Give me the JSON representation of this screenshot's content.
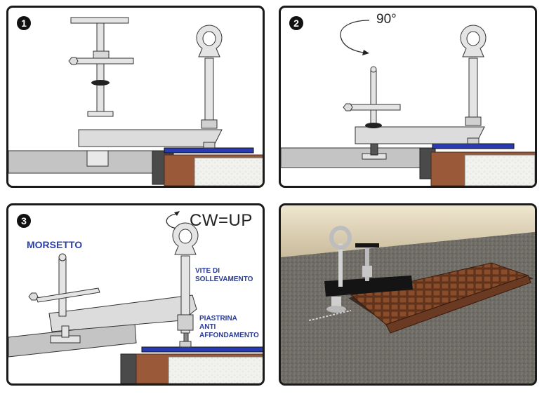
{
  "panels": [
    {
      "id": "step-1",
      "number": "1"
    },
    {
      "id": "step-2",
      "number": "2",
      "rotation_label": "90°"
    },
    {
      "id": "step-3",
      "number": "3",
      "direction_label": "CW=UP",
      "labels": {
        "clamp": "MORSETTO",
        "screw_line1": "VITE DI",
        "screw_line2": "SOLLEVAMENTO",
        "plate_line1": "PIASTRINA",
        "plate_line2": "ANTI",
        "plate_line3": "AFFONDAMENTO"
      }
    },
    {
      "id": "photo",
      "description_hidden": true
    }
  ],
  "colors": {
    "steel_light": "#e4e4e4",
    "steel_dark": "#b9b9b9",
    "slab_gray": "#c4c4c4",
    "frame_dark": "#4a4a4a",
    "brick": "#9a5a3a",
    "plate_blue": "#2a3bb0",
    "label_blue": "#2a40a8",
    "outline": "#1a1a1a"
  }
}
